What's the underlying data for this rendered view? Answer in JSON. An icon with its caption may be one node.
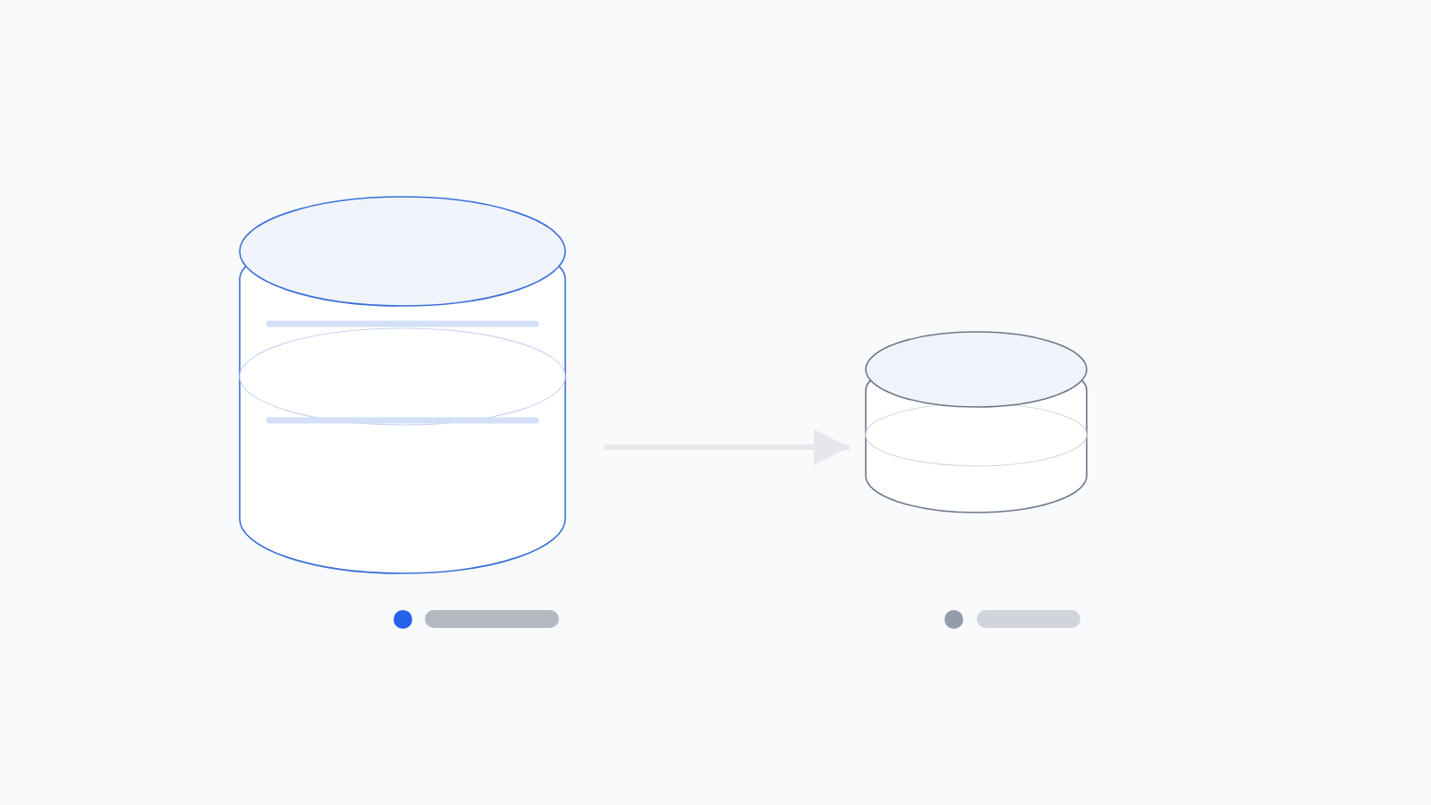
{
  "diagram": {
    "nodes": [
      {
        "text": [],
        "shape": "cylinder"
      },
      {
        "text": [],
        "shape": "cylinder"
      }
    ],
    "edges": [
      {
        "from": 0,
        "to": 1,
        "arrow": "to"
      }
    ]
  }
}
